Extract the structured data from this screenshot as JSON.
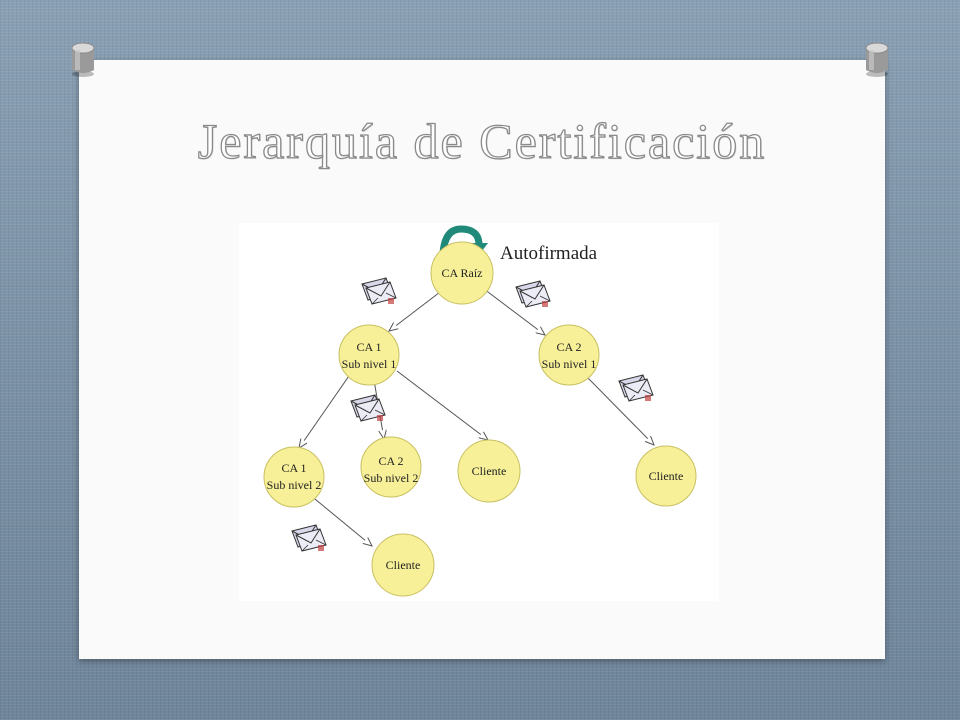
{
  "slide": {
    "title": "Jerarquía de Certificación"
  },
  "diagram": {
    "annotation": "Autofirmada",
    "nodes": {
      "ca_raiz": [
        "CA Raíz"
      ],
      "ca1_sub1": [
        "CA 1",
        "Sub nivel 1"
      ],
      "ca2_sub1": [
        "CA 2",
        "Sub nivel 1"
      ],
      "ca1_sub2": [
        "CA 1",
        "Sub nivel 2"
      ],
      "ca2_sub2": [
        "CA 2",
        "Sub nivel 2"
      ],
      "cliente_a": [
        "Cliente"
      ],
      "cliente_b": [
        "Cliente"
      ],
      "cliente_c": [
        "Cliente"
      ]
    },
    "colors": {
      "node_fill": "#f7f099",
      "node_stroke": "#c8c060",
      "edge": "#555555",
      "arrow_loop": "#1f8a7a"
    }
  }
}
